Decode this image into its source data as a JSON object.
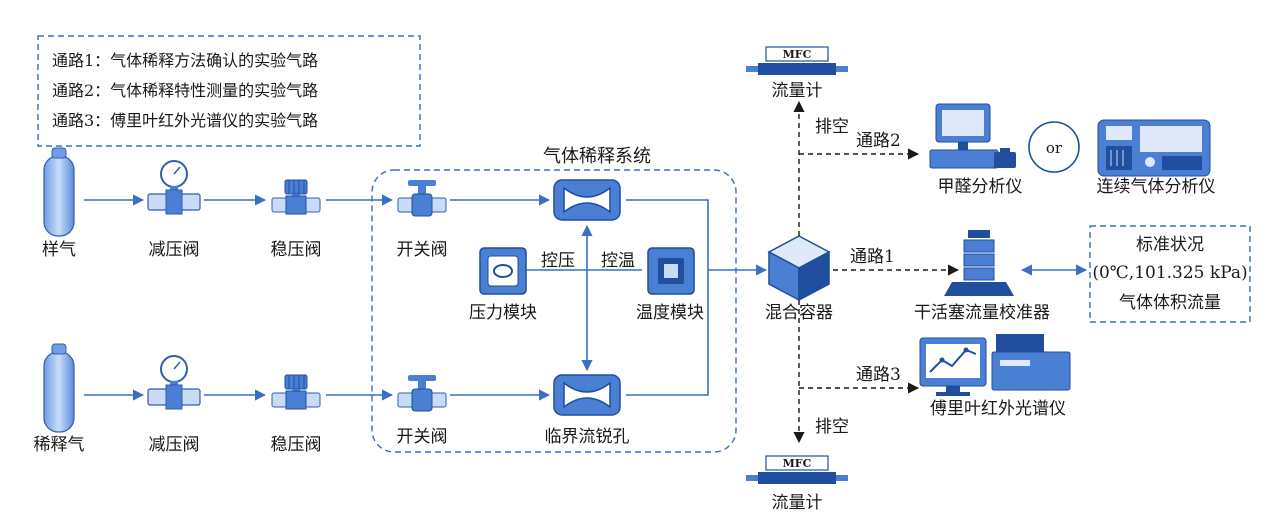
{
  "legend": {
    "path1": "通路1：气体稀释方法确认的实验气路",
    "path2": "通路2：气体稀释特性测量的实验气路",
    "path3": "通路3：傅里叶红外光谱仪的实验气路"
  },
  "system_title": "气体稀释系统",
  "labels": {
    "sample_gas": "样气",
    "dilution_gas": "稀释气",
    "pressure_reducer_1": "减压阀",
    "pressure_reducer_2": "减压阀",
    "regulator_1": "稳压阀",
    "regulator_2": "稳压阀",
    "switch_valve_1": "开关阀",
    "switch_valve_2": "开关阀",
    "pressure_module": "压力模块",
    "temperature_module": "温度模块",
    "pressure_control": "控压",
    "temperature_control": "控温",
    "critical_orifice": "临界流锐孔",
    "mixing_vessel": "混合容器",
    "flowmeter_top": "流量计",
    "flowmeter_bottom": "流量计",
    "mfc_top": "MFC",
    "mfc_bottom": "MFC",
    "vent_top": "排空",
    "vent_bottom": "排空",
    "route1": "通路1",
    "route2": "通路2",
    "route3": "通路3",
    "formaldehyde_analyzer": "甲醛分析仪",
    "or": "or",
    "continuous_analyzer": "连续气体分析仪",
    "piston_calibrator": "干活塞流量校准器",
    "ftir": "傅里叶红外光谱仪",
    "std_line1": "标准状况",
    "std_line2": "(0℃,101.325 kPa)",
    "std_line3": "气体体积流量"
  },
  "colors": {
    "pipe": "#3a6fc4",
    "device_fill": "#4a7fd4",
    "device_dark": "#1f4f9e",
    "dashed_arrow": "#1a1a1a"
  }
}
